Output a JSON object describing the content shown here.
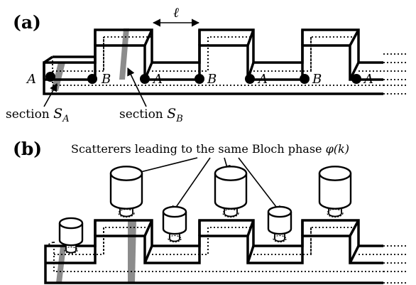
{
  "panel_a": {
    "label": "(a)",
    "period_symbol": "ℓ",
    "site_labels": [
      "A",
      "B",
      "A",
      "B",
      "A",
      "B",
      "A"
    ],
    "section_a": {
      "prefix": "section ",
      "symbol": "S",
      "sub": "A"
    },
    "section_b": {
      "prefix": "section ",
      "symbol": "S",
      "sub": "B"
    }
  },
  "panel_b": {
    "label": "(b)",
    "caption_text": "Scatterers leading to the same Bloch phase ",
    "caption_math": "φ(k)"
  },
  "colors": {
    "line": "#000000",
    "section_fill": "#8c8c8c",
    "background": "#ffffff"
  }
}
